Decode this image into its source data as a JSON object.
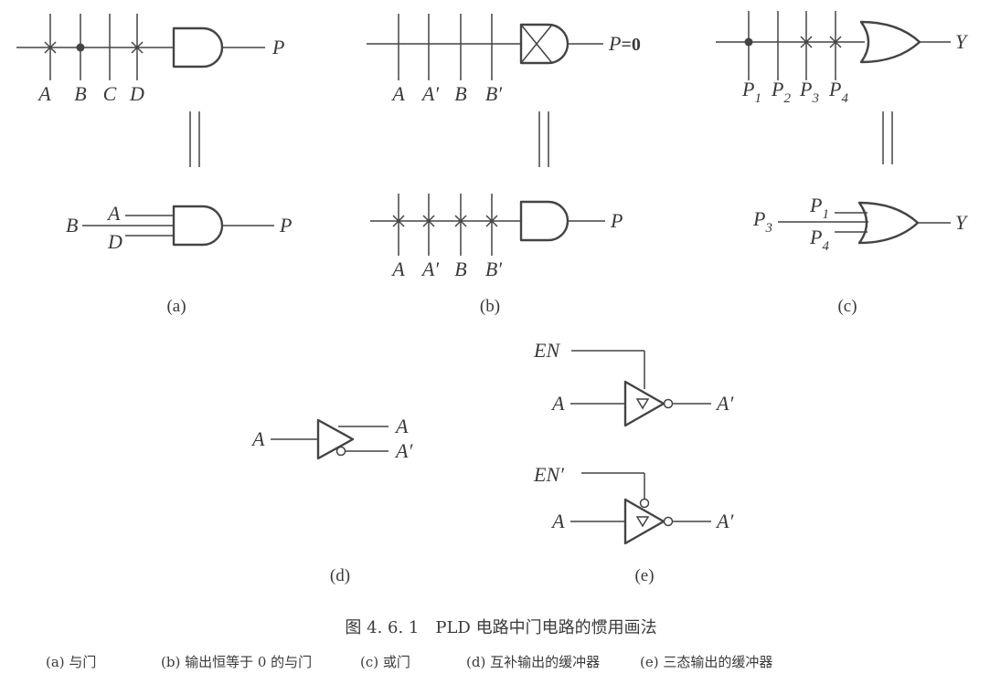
{
  "panel_a": {
    "top_inputs": [
      "A",
      "B",
      "C",
      "D"
    ],
    "top_output": "P",
    "bottom_input_left": "B",
    "bottom_inputs": [
      "A",
      "D"
    ],
    "bottom_output": "P",
    "caption": "(a)"
  },
  "panel_b": {
    "top_inputs": [
      "A",
      "A′",
      "B",
      "B′"
    ],
    "top_output": "P",
    "top_output_value": "=0",
    "bottom_inputs": [
      "A",
      "A′",
      "B",
      "B′"
    ],
    "bottom_output": "P",
    "caption": "(b)"
  },
  "panel_c": {
    "top_inputs": [
      {
        "base": "P",
        "sub": "1"
      },
      {
        "base": "P",
        "sub": "2"
      },
      {
        "base": "P",
        "sub": "3"
      },
      {
        "base": "P",
        "sub": "4"
      }
    ],
    "top_output": "Y",
    "bottom_input_left": {
      "base": "P",
      "sub": "3"
    },
    "bottom_inputs": [
      {
        "base": "P",
        "sub": "1"
      },
      {
        "base": "P",
        "sub": "4"
      }
    ],
    "bottom_output": "Y",
    "caption": "(c)"
  },
  "panel_d": {
    "input": "A",
    "output_true": "A",
    "output_complement": "A′",
    "caption": "(d)"
  },
  "panel_e": {
    "upper": {
      "enable": "EN",
      "input": "A",
      "output": "A′"
    },
    "lower": {
      "enable": "EN′",
      "input": "A",
      "output": "A′"
    },
    "caption": "(e)"
  },
  "figure": {
    "title": "图 4. 6. 1　PLD 电路中门电路的惯用画法",
    "descriptions": [
      "(a) 与门",
      "(b) 输出恒等于 0 的与门",
      "(c) 或门",
      "(d) 互补输出的缓冲器",
      "(e) 三态输出的缓冲器"
    ]
  }
}
